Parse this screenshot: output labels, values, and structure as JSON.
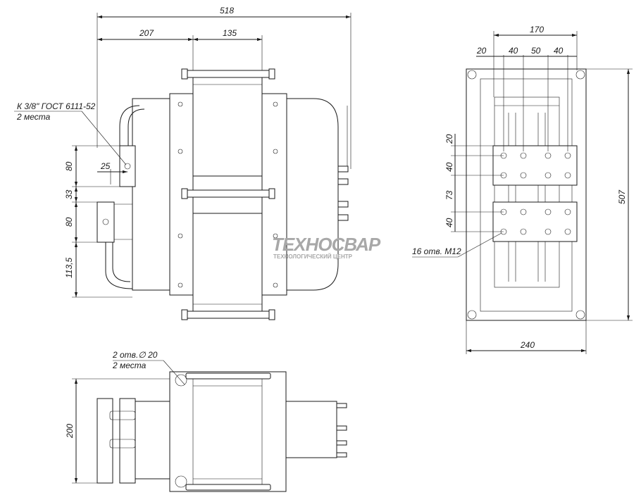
{
  "front_view": {
    "dim_total_width": "518",
    "dim_left_part": "207",
    "dim_core_width": "135",
    "dim_terminal_offset": "25",
    "dim_terminal_height_1": "80",
    "dim_terminal_gap": "33",
    "dim_terminal_height_2": "80",
    "dim_bottom_offset": "113,5",
    "terminal_note_line1": "К 3/8\" ГОСТ 6111-52",
    "terminal_note_line2": "2 места"
  },
  "side_view": {
    "dim_bolt_span": "170",
    "dim_first_hole": "20",
    "dim_hole_pitch_1": "40",
    "dim_hole_pitch_2": "50",
    "dim_hole_pitch_3": "40",
    "dim_height": "507",
    "dim_width": "240",
    "dim_v_1": "20",
    "dim_v_2": "40",
    "dim_v_3": "73",
    "dim_v_4": "40",
    "holes_note": "16 отв. М12"
  },
  "top_view": {
    "dim_depth": "200",
    "holes_note_line1": "2 отв.∅ 20",
    "holes_note_line2": "2 места"
  },
  "watermark": {
    "brand": "ТЕХНОСВАР",
    "tagline": "ТЕХНОЛОГИЧЕСКИЙ ЦЕНТР"
  }
}
